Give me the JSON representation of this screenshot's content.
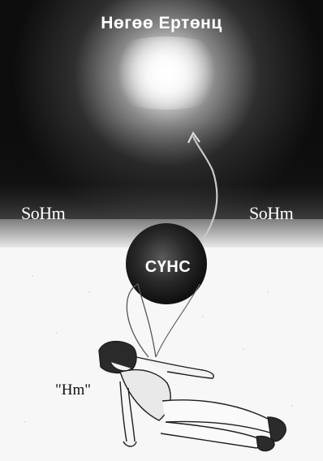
{
  "illustration": {
    "title": "Нөгөө Ертөнц",
    "left_label": "SoHm",
    "right_label": "SoHm",
    "soul_label": "СҮНС",
    "body_label": "\"Hm\""
  },
  "colors": {
    "sky_dark": "#0b0b0b",
    "glow": "#f4f4f4",
    "ground": "#f7f7f7",
    "label_light": "#ffffff",
    "label_dark": "#111111"
  }
}
